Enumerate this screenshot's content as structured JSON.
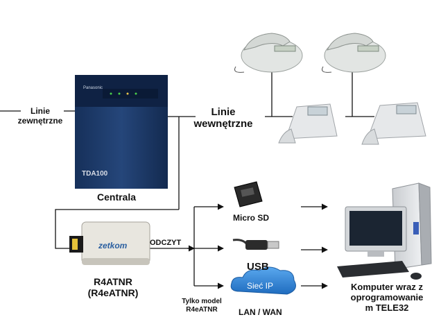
{
  "labels": {
    "external_lines_1": "Linie",
    "external_lines_2": "zewnętrzne",
    "internal_lines_1": "Linie",
    "internal_lines_2": "wewnętrzne",
    "pbx": "Centrala",
    "pbx_brand": "Panasonic",
    "pbx_model": "TDA100",
    "recorder_model": "R4ATNR",
    "recorder_model_alt": "(R4eATNR)",
    "recorder_brand": "zetkom",
    "readout": "ODCZYT",
    "micro_sd": "Micro SD",
    "usb": "USB",
    "only_model_1": "Tylko model",
    "only_model_2": "R4eATNR",
    "lan_wan": "LAN / WAN",
    "ip_network": "Sieć IP",
    "computer_1": "Komputer wraz z",
    "computer_2": "oprogramowanie",
    "computer_3": "m TELE32"
  },
  "colors": {
    "pbx_body": "#1f3a66",
    "cloud": "#2d7fd0",
    "device_body": "#e8e6df",
    "line": "#111111"
  }
}
